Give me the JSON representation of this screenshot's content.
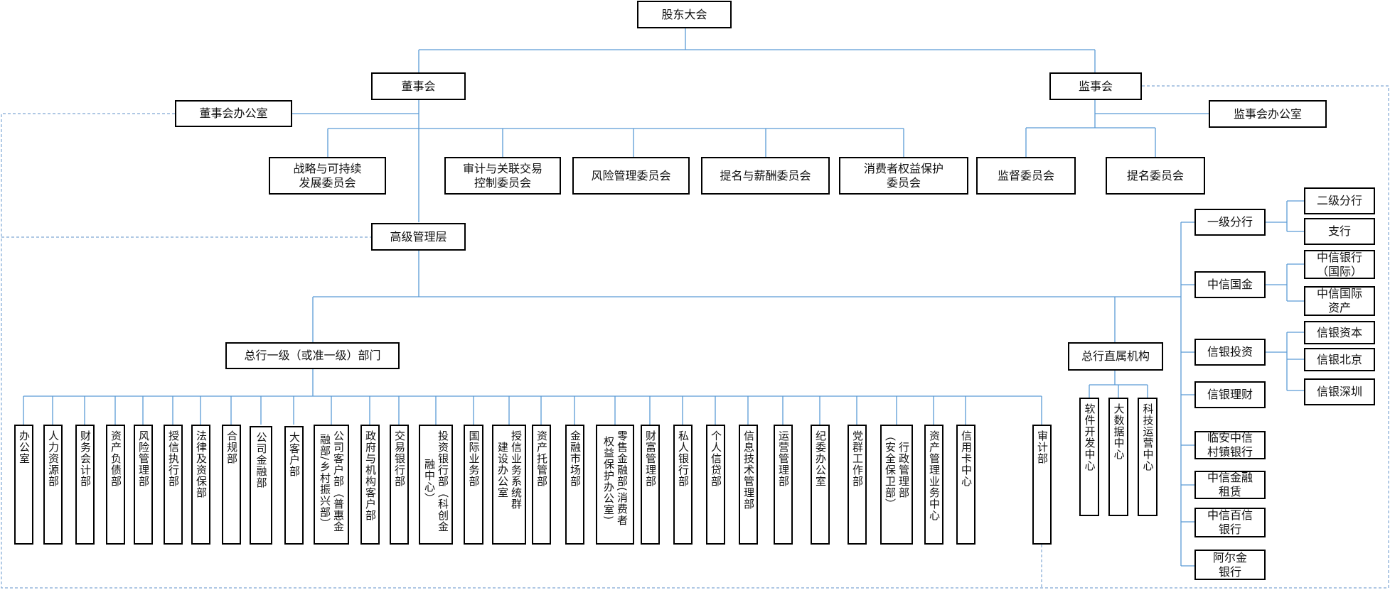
{
  "top": {
    "shareholders": "股东大会",
    "board": "董事会",
    "board_office": "董事会办公室",
    "supervisory_board": "监事会",
    "supervisory_office": "监事会办公室",
    "senior_management": "高级管理层"
  },
  "board_committees": [
    "战略与可持续\n发展委员会",
    "审计与关联交易\n控制委员会",
    "风险管理委员会",
    "提名与薪酬委员会",
    "消费者权益保护\n委员会"
  ],
  "supervisory_committees": [
    "监督委员会",
    "提名委员会"
  ],
  "hq_first_level": {
    "label": "总行一级（或准一级）部门",
    "departments": [
      "办公室",
      "人力资源部",
      "财务会计部",
      "资产负债部",
      "风险管理部",
      "授信执行部",
      "法律及资保部",
      "合规部",
      "公司金融部",
      "大客户部",
      "公司客户部（普惠金\n融部/乡村振兴部）",
      "政府与机构客户部",
      "交易银行部",
      "投资银行部（科创金\n融中心）",
      "国际业务部",
      "授信业务系统群\n建设办公室",
      "资产托管部",
      "金融市场部",
      "零售金融部(消费者\n权益保护办公室)",
      "财富管理部",
      "私人银行部",
      "个人信贷部",
      "信息技术管理部",
      "运营管理部",
      "纪委办公室",
      "党群工作部",
      "行政管理部\n（安全保卫部）",
      "资产管理业务中心",
      "信用卡中心"
    ],
    "audit": "审计部"
  },
  "hq_affiliated": {
    "label": "总行直属机构",
    "units": [
      "软件开发中心",
      "大数据中心",
      "科技运营中心"
    ]
  },
  "branches": {
    "first_level": "一级分行",
    "sub": [
      "二级分行",
      "支行"
    ]
  },
  "subsidiaries": [
    {
      "name": "中信国金",
      "children": [
        "中信银行\n（国际）",
        "中信国际\n资产"
      ]
    },
    {
      "name": "信银投资",
      "children": [
        "信银资本",
        "信银北京",
        "信银深圳"
      ]
    },
    {
      "name": "信银理财",
      "children": []
    },
    {
      "name": "临安中信\n村镇银行",
      "children": []
    },
    {
      "name": "中信金融\n租赁",
      "children": []
    },
    {
      "name": "中信百信\n银行",
      "children": []
    },
    {
      "name": "阿尔金\n银行",
      "children": []
    }
  ],
  "colors": {
    "line": "#5b9bd5",
    "dashed": "#7fa8d4",
    "border": "#000000"
  }
}
